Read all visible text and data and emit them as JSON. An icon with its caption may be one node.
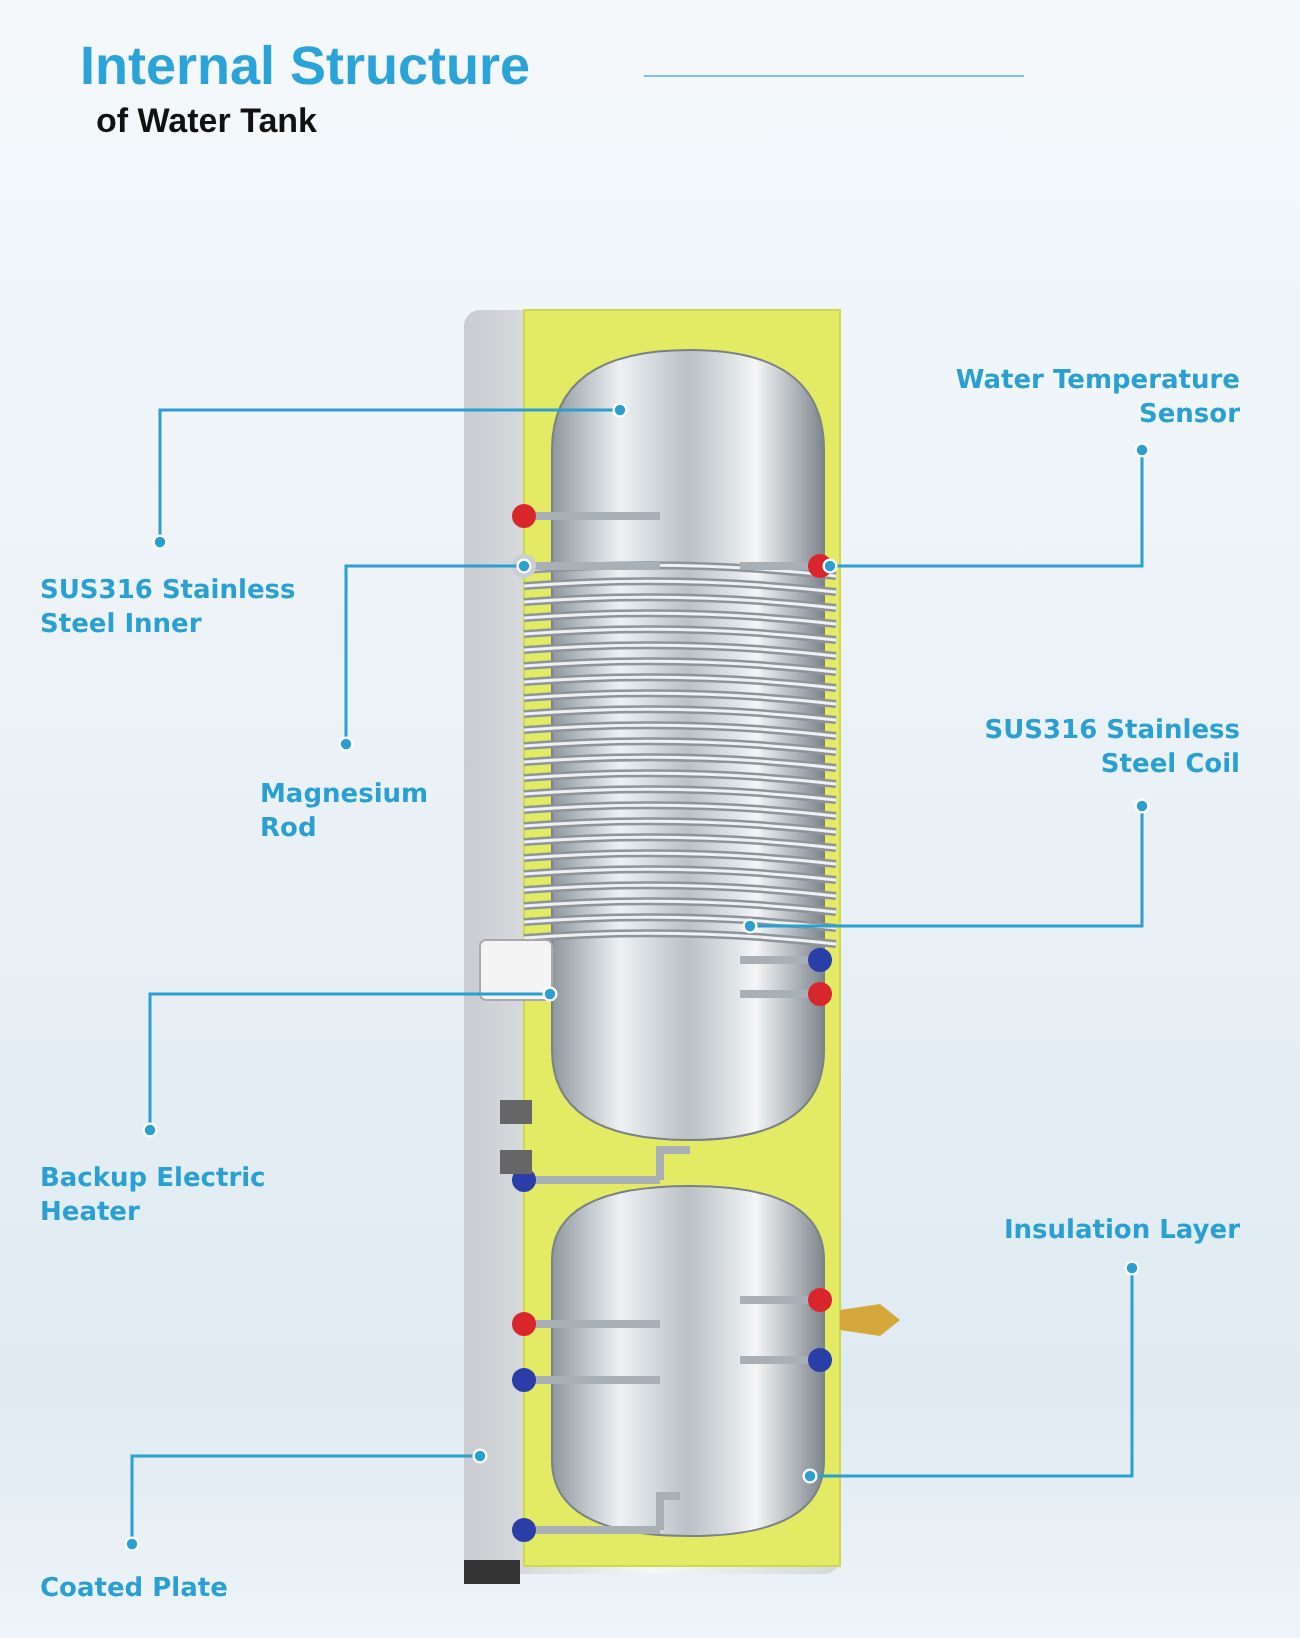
{
  "diagram": {
    "title": "Internal Structure",
    "nodes": [
      {
        "text": [
          "Water Temperature Sensor"
        ]
      },
      {
        "text": [
          "SUS316 Stainless Steel Inner"
        ]
      },
      {
        "text": [
          "Magnesium Rod"
        ]
      },
      {
        "text": [
          "SUS316 Stainless Steel Coil"
        ]
      },
      {
        "text": [
          "Backup Electric Heater"
        ]
      },
      {
        "text": [
          "Insulation Layer"
        ]
      },
      {
        "text": [
          "Coated Plate"
        ]
      }
    ],
    "edges": [
      {
        "from": 0,
        "to": null,
        "arrow": "other"
      },
      {
        "from": 1,
        "to": null,
        "arrow": "other"
      },
      {
        "from": 2,
        "to": null,
        "arrow": "other"
      },
      {
        "from": 3,
        "to": null,
        "arrow": "other"
      },
      {
        "from": 4,
        "to": null,
        "arrow": "other"
      },
      {
        "from": 5,
        "to": null,
        "arrow": "other"
      },
      {
        "from": 6,
        "to": null,
        "arrow": "other"
      }
    ],
    "labels": [
      "of Water Tank"
    ]
  }
}
